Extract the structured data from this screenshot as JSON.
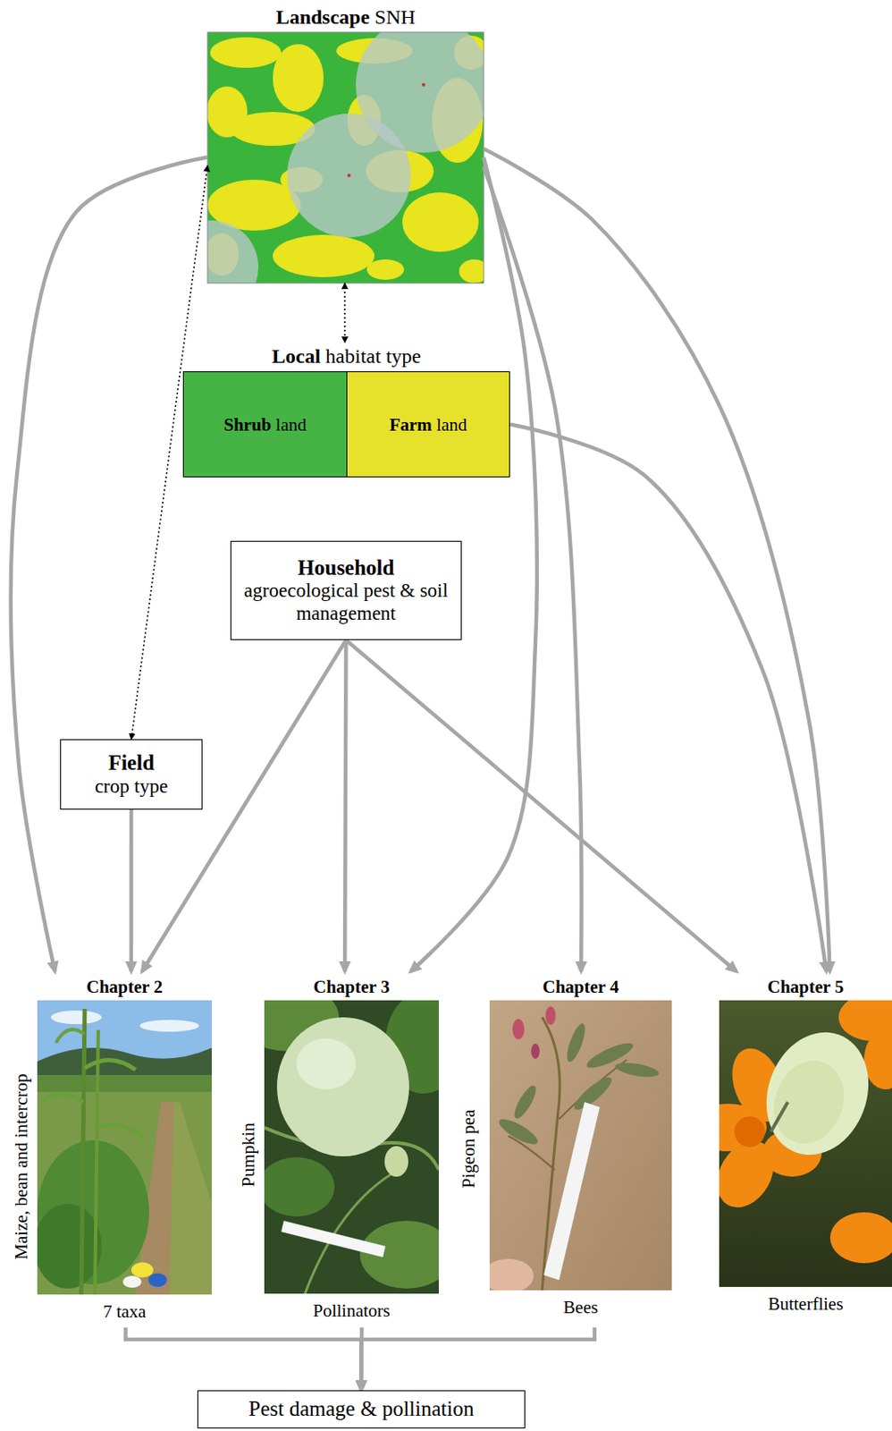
{
  "diagram": {
    "nodes": [
      {
        "text": [
          "Landscape",
          "SNH"
        ]
      },
      {
        "text": [
          "Local",
          "habitat type"
        ]
      },
      {
        "text": [
          "Shrub",
          "land"
        ],
        "in": 1
      },
      {
        "text": [
          "Farm",
          "land"
        ],
        "in": 1
      },
      {
        "text": [
          "Household",
          "agroecological pest & soil management"
        ]
      },
      {
        "text": [
          "Field",
          "crop type"
        ]
      },
      {
        "text": [
          "Chapter 2",
          "Maize, bean and intercrop",
          "7 taxa"
        ]
      },
      {
        "text": [
          "Chapter 3",
          "Pumpkin",
          "Pollinators"
        ]
      },
      {
        "text": [
          "Chapter 4",
          "Pigeon pea",
          "Bees"
        ]
      },
      {
        "text": [
          "Chapter 5",
          "Butterflies"
        ]
      },
      {
        "text": [
          "Pest damage & pollination"
        ]
      }
    ],
    "edges": [
      {
        "from": 0,
        "to": 6,
        "arrow": "to"
      },
      {
        "from": 0,
        "to": 1,
        "arrow": "both"
      },
      {
        "from": 0,
        "to": 5,
        "arrow": "both"
      },
      {
        "from": 0,
        "to": 7,
        "arrow": "to"
      },
      {
        "from": 0,
        "to": 8,
        "arrow": "to"
      },
      {
        "from": 0,
        "to": 9,
        "arrow": "to"
      },
      {
        "from": 3,
        "to": 9,
        "arrow": "to"
      },
      {
        "from": 5,
        "to": 6,
        "arrow": "to"
      },
      {
        "from": 4,
        "to": 6,
        "arrow": "to"
      },
      {
        "from": 4,
        "to": 7,
        "arrow": "to"
      },
      {
        "from": 4,
        "to": 9,
        "arrow": "to"
      },
      {
        "from": 6,
        "to": 10,
        "arrow": "to"
      },
      {
        "from": 7,
        "to": 10,
        "arrow": "to"
      },
      {
        "from": 8,
        "to": 10,
        "arrow": "to"
      }
    ]
  }
}
